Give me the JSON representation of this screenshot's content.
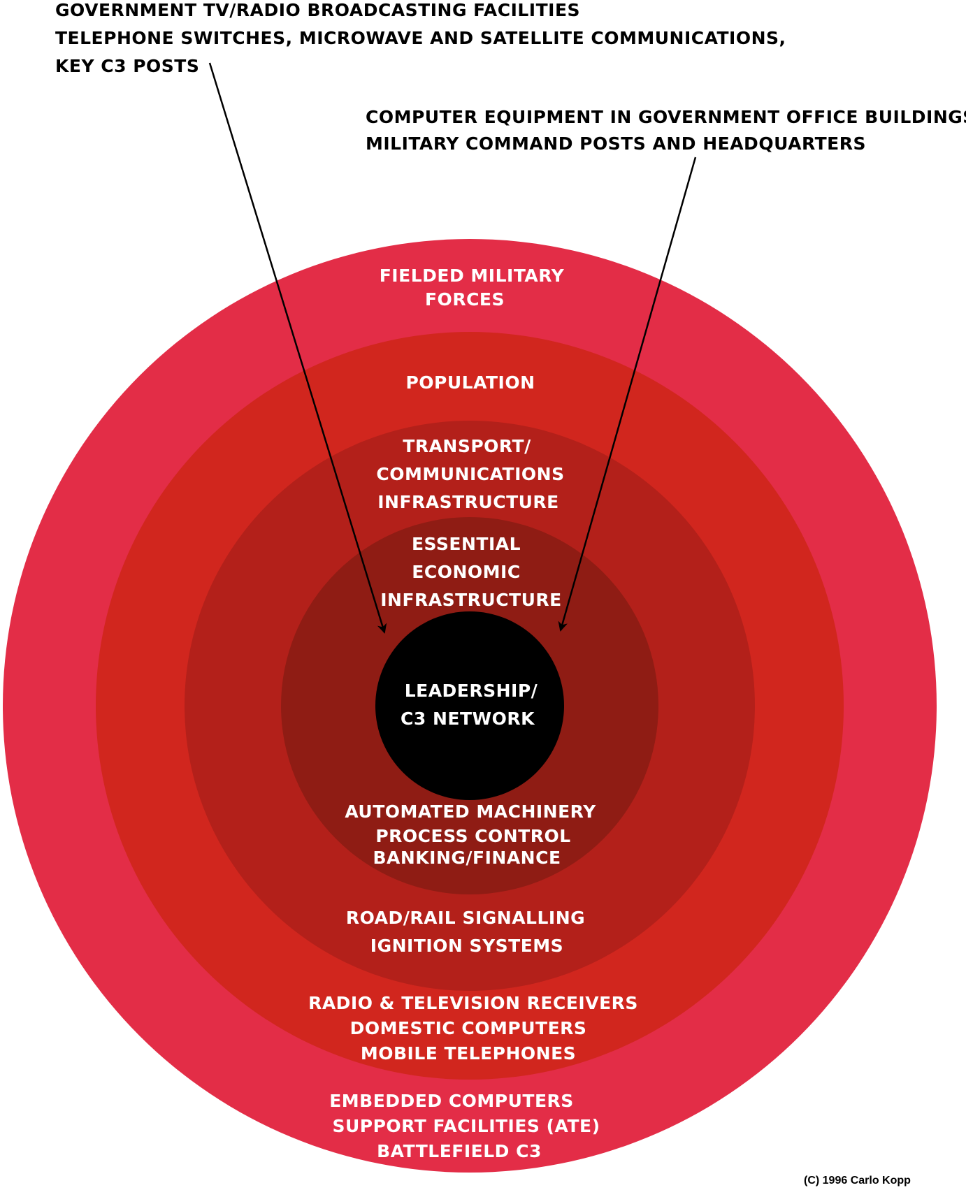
{
  "colors": {
    "background": "#ffffff",
    "ring_1_outer": "#e32d47",
    "ring_2": "#d1261e",
    "ring_3": "#b3201a",
    "ring_4": "#8f1c14",
    "core": "#000000",
    "label_text": "#ffffff",
    "annotation_text": "#000000",
    "arrow": "#000000"
  },
  "annotations": {
    "left": {
      "lines": [
        "GOVERNMENT TV/RADIO BROADCASTING FACILITIES",
        "TELEPHONE SWITCHES, MICROWAVE AND SATELLITE COMMUNICATIONS,",
        "KEY C3 POSTS"
      ]
    },
    "right": {
      "lines": [
        "COMPUTER EQUIPMENT IN GOVERNMENT OFFICE BUILDINGS",
        "MILITARY COMMAND POSTS AND HEADQUARTERS"
      ]
    }
  },
  "rings": {
    "fielded_military_forces": {
      "title_lines": [
        "FIELDED MILITARY",
        "FORCES"
      ],
      "items": [
        "EMBEDDED COMPUTERS",
        "SUPPORT FACILITIES (ATE)",
        "BATTLEFIELD C3"
      ]
    },
    "population": {
      "title_lines": [
        "POPULATION"
      ],
      "items": [
        "RADIO & TELEVISION RECEIVERS",
        "DOMESTIC COMPUTERS",
        "MOBILE TELEPHONES"
      ]
    },
    "transport": {
      "title_lines": [
        "TRANSPORT/",
        "COMMUNICATIONS",
        "INFRASTRUCTURE"
      ],
      "items": [
        "ROAD/RAIL SIGNALLING",
        "IGNITION SYSTEMS"
      ]
    },
    "economic": {
      "title_lines": [
        "ESSENTIAL",
        "ECONOMIC",
        "INFRASTRUCTURE"
      ],
      "items": [
        "AUTOMATED MACHINERY",
        "PROCESS CONTROL",
        "BANKING/FINANCE"
      ]
    },
    "core": {
      "title_lines": [
        "LEADERSHIP/",
        "C3 NETWORK"
      ]
    }
  },
  "copyright": "(C) 1996 Carlo Kopp"
}
